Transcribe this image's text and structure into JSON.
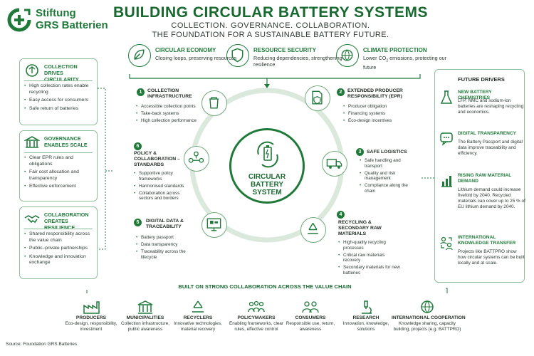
{
  "logo": {
    "line1": "Stiftung",
    "line2": "GRS Batterien"
  },
  "title": "BUILDING CIRCULAR BATTERY SYSTEMS",
  "subtitle1": "COLLECTION. GOVERNANCE. COLLABORATION.",
  "subtitle2": "THE FOUNDATION FOR A SUSTAINABLE BATTERY FUTURE.",
  "pillars": [
    {
      "title": "CIRCULAR ECONOMY",
      "text": "Closing loops, preserving resources",
      "icon": "leaf-icon"
    },
    {
      "title": "RESOURCE SECURITY",
      "text": "Reducing dependencies, strengthening resilience",
      "icon": "shield-icon"
    },
    {
      "title": "CLIMATE PROTECTION",
      "text_pre": "Lower CO",
      "text_sub": "2",
      "text_post": " emissions, protecting our future",
      "icon": "globe-icon"
    }
  ],
  "left_boxes": [
    {
      "title": "COLLECTION DRIVES CIRCULARITY",
      "icon": "recycle-icon",
      "items": [
        "High collection rates enable recycling",
        "Easy access for consumers",
        "Safe return of batteries"
      ]
    },
    {
      "title": "GOVERNANCE ENABLES SCALE",
      "icon": "government-icon",
      "items": [
        "Clear EPR rules and obligations",
        "Fair cost allocation and transparency",
        "Effective enforcement"
      ]
    },
    {
      "title": "COLLABORATION CREATES RESILIENCE",
      "icon": "handshake-icon",
      "items": [
        "Shared responsibility across the value chain",
        "Public–private partnerships",
        "Knowledge and innovation exchange"
      ]
    }
  ],
  "center": {
    "line1": "CIRCULAR",
    "line2": "BATTERY",
    "line3": "SYSTEM"
  },
  "steps": [
    {
      "num": "1",
      "title": "COLLECTION INFRASTRUCTURE",
      "items": [
        "Accessible collection points",
        "Take-back systems",
        "High collection performance"
      ],
      "icon": "bin-icon"
    },
    {
      "num": "2",
      "title": "EXTENDED PRODUCER RESPONSIBILITY (EPR)",
      "items": [
        "Producer obligation",
        "Financing systems",
        "Eco-design incentives"
      ],
      "icon": "document-shield-icon"
    },
    {
      "num": "3",
      "title": "SAFE LOGISTICS",
      "items": [
        "Safe handling and transport",
        "Quality and risk management",
        "Compliance along the chain"
      ],
      "icon": "truck-icon"
    },
    {
      "num": "4",
      "title": "RECYCLING & SECONDARY RAW MATERIALS",
      "items": [
        "High-quality recycling processes",
        "Critical raw materials recovery",
        "Secondary materials for new batteries"
      ],
      "icon": "recycle-arrows-icon"
    },
    {
      "num": "5",
      "title": "DIGITAL DATA & TRACEABILITY",
      "items": [
        "Battery passport",
        "Data transparency",
        "Traceability across the lifecycle"
      ],
      "icon": "monitor-qr-icon"
    },
    {
      "num": "6",
      "title": "POLICY & COLLABORATION – STANDARDS",
      "items": [
        "Supportive policy frameworks",
        "Harmonised standards",
        "Collaboration across sectors and borders"
      ],
      "icon": "people-network-icon"
    }
  ],
  "future": {
    "title": "FUTURE DRIVERS",
    "items": [
      {
        "title": "NEW BATTERY CHEMISTRIES",
        "text": "LFP, NMC and sodium-ion batteries are reshaping recycling and economics.",
        "icon": "flask-icon"
      },
      {
        "title": "DIGITAL TRANSPARENCY",
        "text": "The Battery Passport and digital data improve traceability and efficiency.",
        "icon": "chat-data-icon"
      },
      {
        "title": "RISING RAW MATERIAL DEMAND",
        "text": "Lithium demand could increase fivefold by 2040. Recycled materials can cover up to 25 % of EU lithium demand by 2040.",
        "icon": "bar-chart-icon"
      },
      {
        "title": "INTERNATIONAL KNOWLEDGE TRANSFER",
        "text": "Projects like BATTPRO show how circular systems can be built locally and at scale.",
        "icon": "people-exchange-icon"
      }
    ]
  },
  "bottom": {
    "title": "BUILT ON STRONG COLLABORATION ACROSS THE VALUE CHAIN",
    "stakeholders": [
      {
        "name": "PRODUCERS",
        "desc": "Eco-design, responsibility, investment",
        "icon": "factory-icon"
      },
      {
        "name": "MUNICIPALITIES",
        "desc": "Collection infrastructure, public awareness",
        "icon": "townhall-icon"
      },
      {
        "name": "RECYCLERS",
        "desc": "Innovative technologies, material recovery",
        "icon": "recycle-icon"
      },
      {
        "name": "POLICYMAKERS",
        "desc": "Enabling frameworks, clear rules, effective control",
        "icon": "group-icon"
      },
      {
        "name": "CONSUMERS",
        "desc": "Responsible use, return, awareness",
        "icon": "people-icon"
      },
      {
        "name": "RESEARCH",
        "desc": "Innovation, knowledge, solutions",
        "icon": "microscope-icon"
      },
      {
        "name": "INTERNATIONAL COOPERATION",
        "desc": "Knowledge sharing, capacity building, projects (e.g. BATTPRO)",
        "icon": "globe-icon"
      }
    ]
  },
  "source": "Source: Foundation GRS Batteries",
  "colors": {
    "primary": "#1f7a3a",
    "dark": "#17692f",
    "light": "#8fbf98"
  }
}
